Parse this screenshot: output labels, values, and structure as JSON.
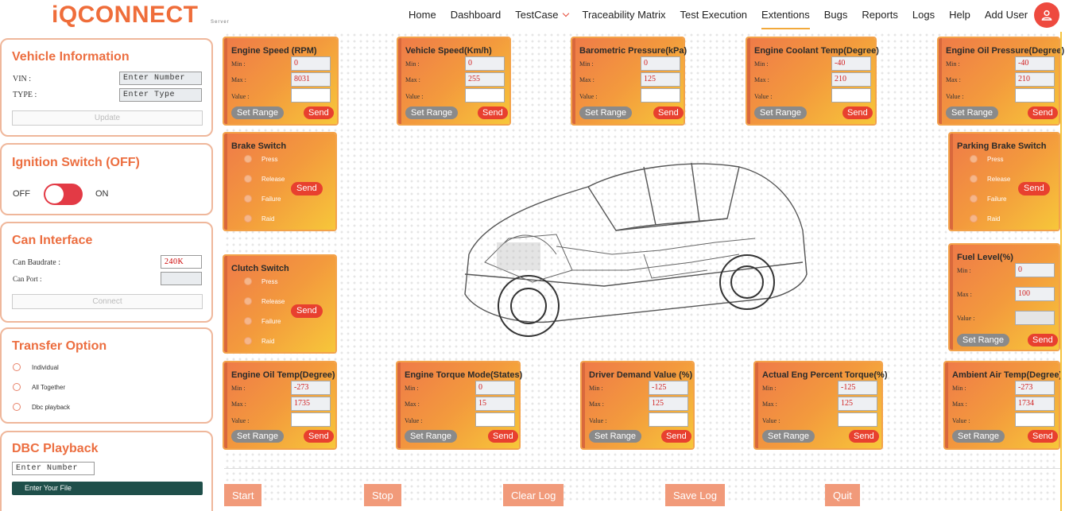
{
  "header": {
    "logo": "iQCONNECT",
    "logo_sub": "Server",
    "nav": [
      "Home",
      "Dashboard",
      "TestCase",
      "Traceability Matrix",
      "Test Execution",
      "Extentions",
      "Bugs",
      "Reports",
      "Logs",
      "Help",
      "Add User"
    ],
    "active_nav": "Extentions",
    "avatar_icon": "user-icon"
  },
  "vehicle_info": {
    "title": "Vehicle Information",
    "vin_label": "VIN :",
    "vin_placeholder": "Enter Number",
    "type_label": "TYPE :",
    "type_placeholder": "Enter Type",
    "update_label": "Update"
  },
  "ignition": {
    "title": "Ignition Switch (OFF)",
    "off_label": "OFF",
    "on_label": "ON",
    "state": "off"
  },
  "can": {
    "title": "Can Interface",
    "baud_label": "Can Baudrate :",
    "baud_value": "240K",
    "port_label": "Can Port :",
    "port_value": "",
    "connect_label": "Connect"
  },
  "transfer": {
    "title": "Transfer Option",
    "options": [
      "Individual",
      "All Together",
      "Dbc playback"
    ]
  },
  "dbc": {
    "title": "DBC Playback",
    "placeholder": "Enter Number",
    "file_button": "Enter Your File"
  },
  "common": {
    "min_label": "Min :",
    "max_label": "Max :",
    "value_label": "Value :",
    "set_range": "Set Range",
    "send": "Send"
  },
  "params": {
    "engine_speed": {
      "title": "Engine Speed (RPM)",
      "min": "0",
      "max": "8031"
    },
    "vehicle_speed": {
      "title": "Vehicle Speed(Km/h)",
      "min": "0",
      "max": "255"
    },
    "barometric": {
      "title": "Barometric Pressure(kPa)",
      "min": "0",
      "max": "125"
    },
    "coolant": {
      "title": "Engine Coolant Temp(Degree)",
      "min": "-40",
      "max": "210"
    },
    "oil_pressure": {
      "title": "Engine Oil Pressure(Degree)",
      "min": "-40",
      "max": "210"
    },
    "fuel_level": {
      "title": "Fuel Level(%)",
      "min": "0",
      "max": "100"
    },
    "oil_temp": {
      "title": "Engine Oil Temp(Degree)",
      "min": "-273",
      "max": "1735"
    },
    "torque_mode": {
      "title": "Engine Torque Mode(States)",
      "min": "0",
      "max": "15"
    },
    "driver_demand": {
      "title": "Driver Demand Value (%)",
      "min": "-125",
      "max": "125"
    },
    "actual_torque": {
      "title": "Actual Eng Percent Torque(%)",
      "min": "-125",
      "max": "125"
    },
    "ambient_temp": {
      "title": "Ambient Air Temp(Degree)",
      "min": "-273",
      "max": "1734"
    }
  },
  "switches": {
    "brake": {
      "title": "Brake Switch"
    },
    "parking": {
      "title": "Parking Brake Switch"
    },
    "clutch": {
      "title": "Clutch Switch"
    },
    "options": [
      "Press",
      "Release",
      "Failure",
      "Raid"
    ]
  },
  "bottom": {
    "start": "Start",
    "stop": "Stop",
    "clear_log": "Clear Log",
    "save_log": "Save Log",
    "quit": "Quit"
  },
  "colors": {
    "accent": "#ec6e40",
    "send": "#e8402f",
    "toggle_off": "#e33a45"
  }
}
